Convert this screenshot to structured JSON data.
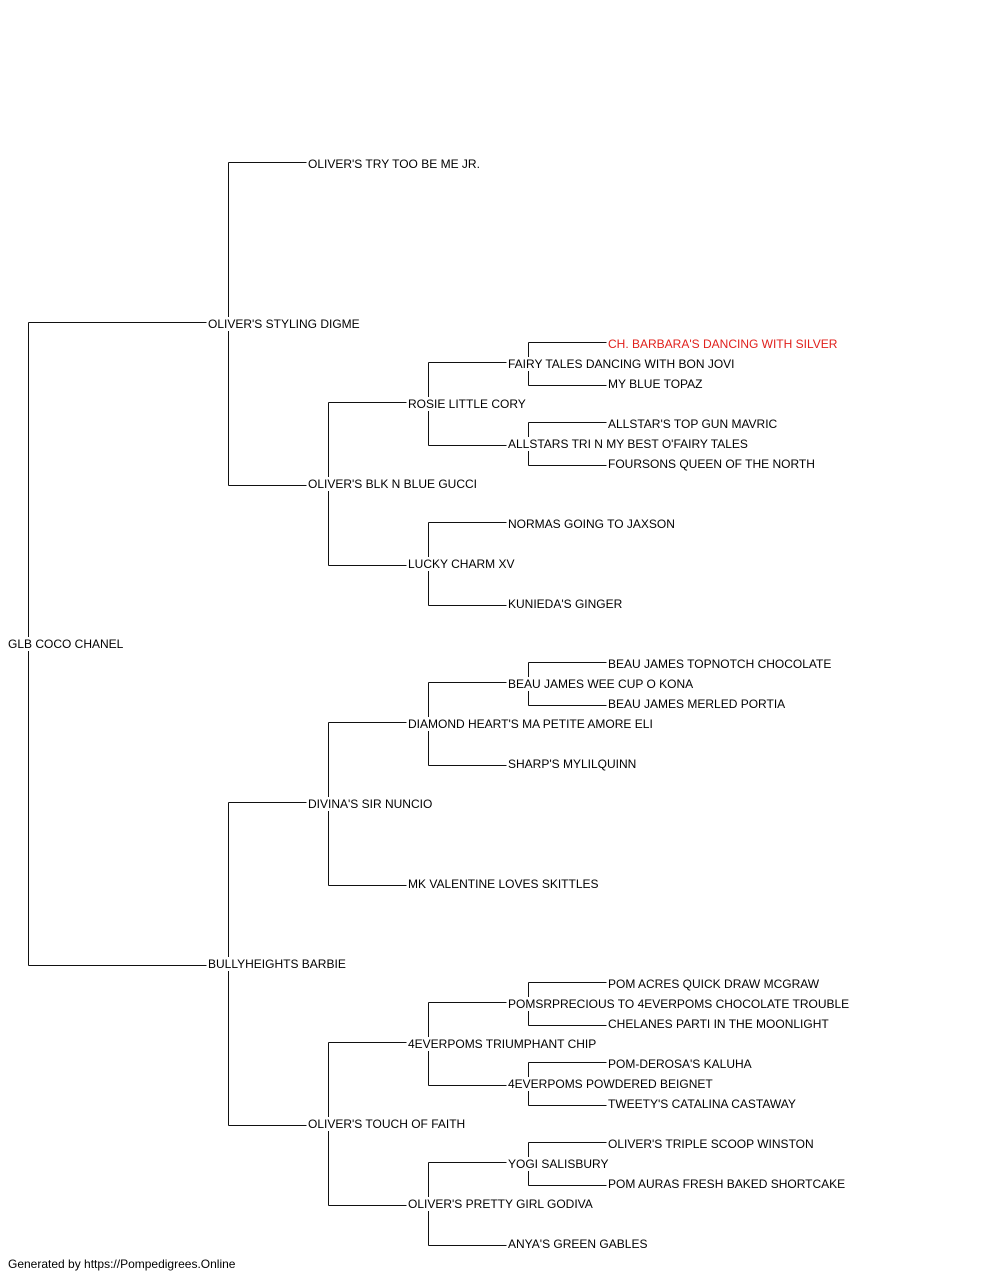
{
  "pedigree": {
    "subject": "GLB COCO CHANEL",
    "generation_1": {
      "sire": "OLIVER'S STYLING DIGME",
      "dam": "BULLYHEIGHTS BARBIE"
    },
    "generation_2": {
      "sire_sire": "OLIVER'S TRY TOO BE ME JR.",
      "sire_dam": "OLIVER'S BLK N BLUE GUCCI",
      "dam_sire": "DIVINA'S SIR NUNCIO",
      "dam_dam": "OLIVER'S TOUCH OF FAITH"
    },
    "generation_3": {
      "sire_dam_sire": "ROSIE LITTLE CORY",
      "sire_dam_dam": "LUCKY CHARM XV",
      "dam_sire_sire": "DIAMOND HEART'S MA PETITE AMORE ELI",
      "dam_sire_dam": "MK VALENTINE LOVES SKITTLES",
      "dam_dam_sire": "4EVERPOMS TRIUMPHANT CHIP",
      "dam_dam_dam": "OLIVER'S PRETTY GIRL GODIVA"
    },
    "generation_4": {
      "sds_sire": "FAIRY TALES DANCING WITH BON JOVI",
      "sds_dam": "ALLSTARS TRI N MY BEST O'FAIRY TALES",
      "sdd_sire": "NORMAS GOING TO JAXSON",
      "sdd_dam": "KUNIEDA'S GINGER",
      "dss_sire": "BEAU JAMES WEE CUP O KONA",
      "dss_dam": "SHARP'S MYLILQUINN",
      "dds_sire": "POMSRPRECIOUS TO 4EVERPOMS CHOCOLATE TROUBLE",
      "dds_dam": "4EVERPOMS POWDERED BEIGNET",
      "ddd_sire": "YOGI SALISBURY",
      "ddd_dam": "ANYA'S GREEN GABLES"
    },
    "generation_5": {
      "fairy_sire": "CH. BARBARA'S DANCING WITH SILVER",
      "fairy_dam": "MY BLUE TOPAZ",
      "allstars_sire": "ALLSTAR'S TOP GUN MAVRIC",
      "allstars_dam": "FOURSONS QUEEN OF THE NORTH",
      "beau_sire": "BEAU JAMES TOPNOTCH CHOCOLATE",
      "beau_dam": "BEAU JAMES MERLED PORTIA",
      "pomsr_sire": "POM ACRES QUICK DRAW MCGRAW",
      "pomsr_dam": "CHELANES PARTI IN THE MOONLIGHT",
      "beignet_sire": "POM-DEROSA'S KALUHA",
      "beignet_dam": "TWEETY'S CATALINA CASTAWAY",
      "yogi_sire": "OLIVER'S TRIPLE SCOOP WINSTON",
      "yogi_dam": "POM AURAS FRESH BAKED SHORTCAKE"
    }
  },
  "highlight_color": "#e0201c",
  "footer": "Generated by https://Pompedigrees.Online"
}
